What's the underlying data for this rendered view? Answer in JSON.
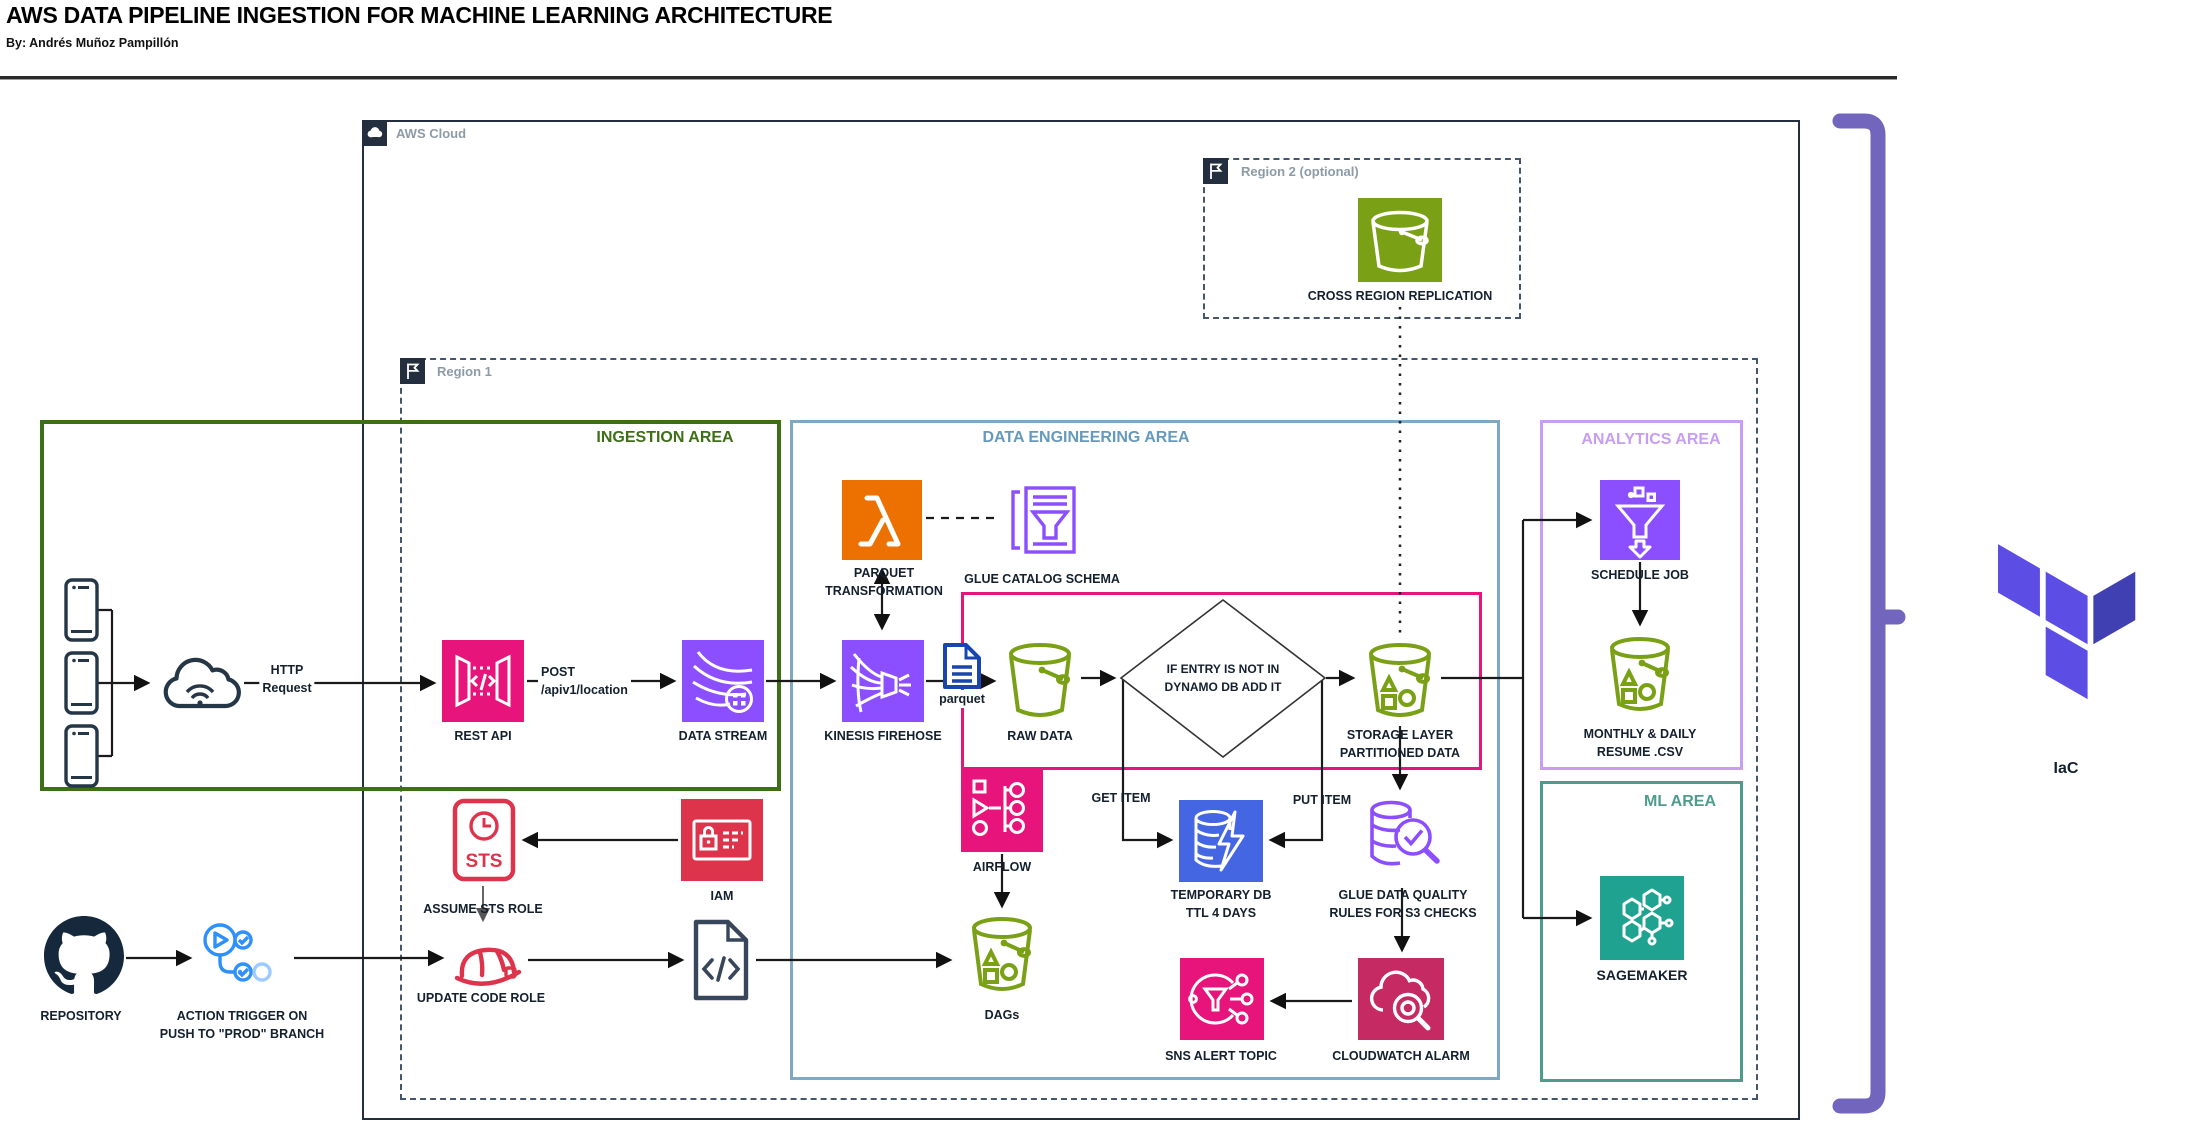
{
  "header": {
    "title": "AWS DATA PIPELINE INGESTION FOR MACHINE LEARNING ARCHITECTURE",
    "byline": "By: Andrés Muñoz Pampillón"
  },
  "groups": {
    "aws_cloud": {
      "label": "AWS Cloud"
    },
    "region1": {
      "label": "Region 1"
    },
    "region2": {
      "label": "Region 2 (optional)"
    },
    "ingestion": {
      "label": "INGESTION AREA"
    },
    "data_engineering": {
      "label": "DATA ENGINEERING AREA"
    },
    "analytics": {
      "label": "ANALYTICS AREA"
    },
    "ml": {
      "label": "ML AREA"
    }
  },
  "nodes": {
    "cross_region": {
      "label": "CROSS REGION REPLICATION"
    },
    "rest_api": {
      "label": "REST API"
    },
    "data_stream": {
      "label": "DATA STREAM"
    },
    "parquet_transformation": {
      "line1": "PARQUET",
      "line2": "TRANSFORMATION"
    },
    "glue_catalog": {
      "label": "GLUE CATALOG SCHEMA"
    },
    "kinesis": {
      "label": "KINESIS FIREHOSE"
    },
    "raw_data": {
      "label": "RAW DATA"
    },
    "decision": {
      "line1": "IF ENTRY IS NOT IN",
      "line2": "DYNAMO DB ADD IT"
    },
    "storage_layer": {
      "line1": "STORAGE LAYER",
      "line2": "PARTITIONED DATA"
    },
    "airflow": {
      "label": "AIRFLOW"
    },
    "dags": {
      "label": "DAGs"
    },
    "temporary_db": {
      "line1": "TEMPORARY DB",
      "line2": "TTL 4 DAYS"
    },
    "glue_data_quality": {
      "line1": "GLUE DATA QUALITY",
      "line2": "RULES FOR S3 CHECKS"
    },
    "sns": {
      "label": "SNS ALERT TOPIC"
    },
    "cloudwatch": {
      "label": "CLOUDWATCH ALARM"
    },
    "schedule_job": {
      "label": "SCHEDULE JOB"
    },
    "monthly_resume": {
      "line1": "MONTHLY & DAILY",
      "line2": "RESUME .CSV"
    },
    "sagemaker": {
      "label": "SAGEMAKER"
    },
    "repository": {
      "label": "REPOSITORY"
    },
    "action_trigger": {
      "line1": "ACTION TRIGGER ON",
      "line2": "PUSH TO \"PROD\" BRANCH"
    },
    "sts": {
      "icon_text": "STS",
      "label": "ASSUME STS ROLE"
    },
    "iam": {
      "label": "IAM"
    },
    "update_code_role": {
      "label": "UPDATE CODE ROLE"
    },
    "iac": {
      "label": "IaC"
    }
  },
  "edges": {
    "http": {
      "line1": "HTTP",
      "line2": "Request"
    },
    "post": {
      "line1": "POST",
      "line2": "/apiv1/location"
    },
    "parquet_file": {
      "label": "parquet"
    },
    "get_item": {
      "label": "GET ITEM"
    },
    "put_item": {
      "label": "PUT ITEM"
    }
  },
  "colors": {
    "aws_border": "#232F3E",
    "region_border": "#44566B",
    "region_text": "#8D9BA7",
    "ingestion_green": "#3D7016",
    "data_eng_blue": "#7FA8C2",
    "analytics_purple": "#C79EF2",
    "ml_teal": "#4E9C8C",
    "pink_box": "#E7157B",
    "icon_pink": "#E7157B",
    "icon_purple": "#8C4FFF",
    "icon_orange": "#ED7100",
    "icon_green": "#7AA116",
    "icon_red": "#DD344C",
    "icon_blue": "#4566E3",
    "icon_crimson": "#C52A63",
    "icon_teal": "#1FA390",
    "parquet_blue": "#1A44AE",
    "github_navy": "#16293C",
    "actions_blue": "#2E90FA",
    "bracket_purple": "#7165BD",
    "terraform_light": "#5C4EE5",
    "terraform_dark": "#4040B2"
  }
}
